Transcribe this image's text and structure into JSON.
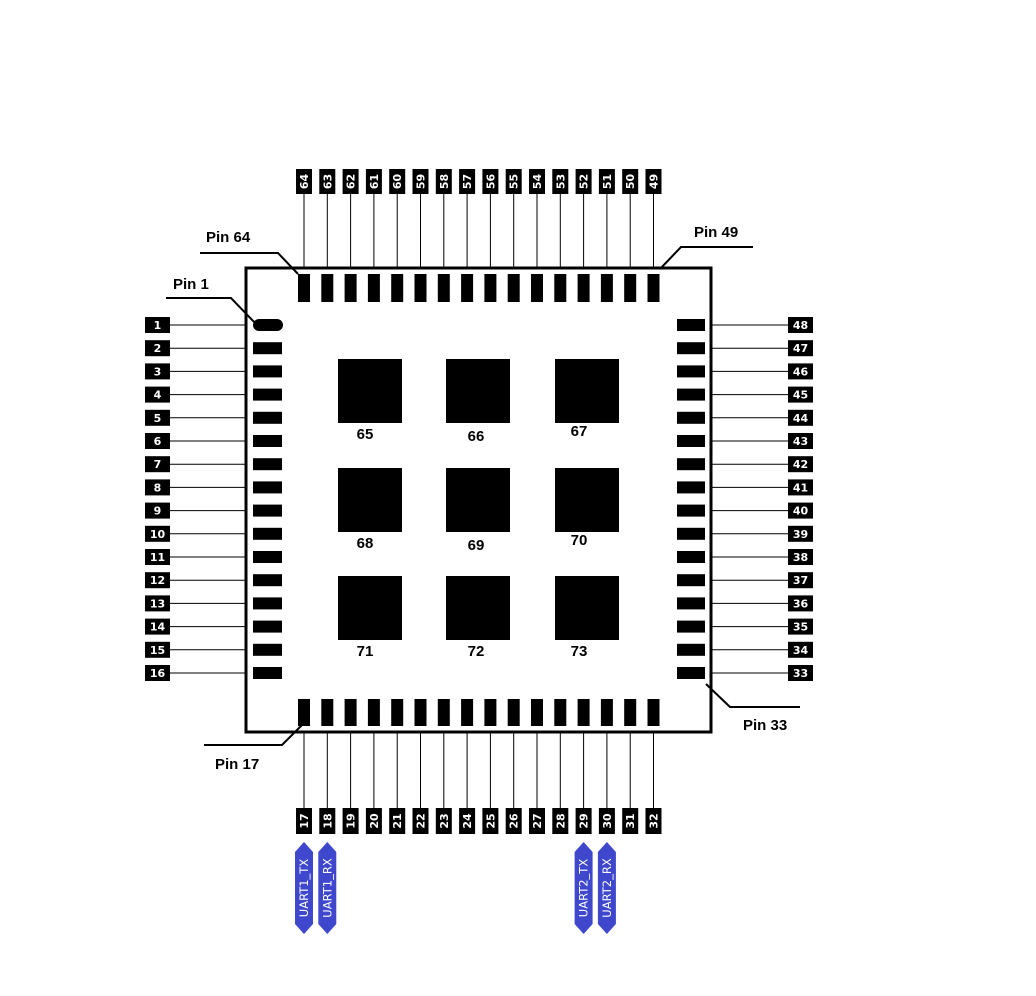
{
  "left_pins": [
    "1",
    "2",
    "3",
    "4",
    "5",
    "6",
    "7",
    "8",
    "9",
    "10",
    "11",
    "12",
    "13",
    "14",
    "15",
    "16"
  ],
  "bottom_pins": [
    "17",
    "18",
    "19",
    "20",
    "21",
    "22",
    "23",
    "24",
    "25",
    "26",
    "27",
    "28",
    "29",
    "30",
    "31",
    "32"
  ],
  "right_pins": [
    "33",
    "34",
    "35",
    "36",
    "37",
    "38",
    "39",
    "40",
    "41",
    "42",
    "43",
    "44",
    "45",
    "46",
    "47",
    "48"
  ],
  "top_pins": [
    "49",
    "50",
    "51",
    "52",
    "53",
    "54",
    "55",
    "56",
    "57",
    "58",
    "59",
    "60",
    "61",
    "62",
    "63",
    "64"
  ],
  "center_pads": [
    "65",
    "66",
    "67",
    "68",
    "69",
    "70",
    "71",
    "72",
    "73"
  ],
  "callouts": {
    "pin1": "Pin 1",
    "pin17": "Pin 17",
    "pin33": "Pin 33",
    "pin49": "Pin 49",
    "pin64": "Pin 64"
  },
  "uart_labels": [
    {
      "pin": "17",
      "text": "UART1_TX"
    },
    {
      "pin": "18",
      "text": "UART1_RX"
    },
    {
      "pin": "29",
      "text": "UART2_TX"
    },
    {
      "pin": "30",
      "text": "UART2_RX"
    }
  ],
  "colors": {
    "uart_fill": "#3f48cc",
    "pin_box": "#000000",
    "outline": "#000000"
  }
}
